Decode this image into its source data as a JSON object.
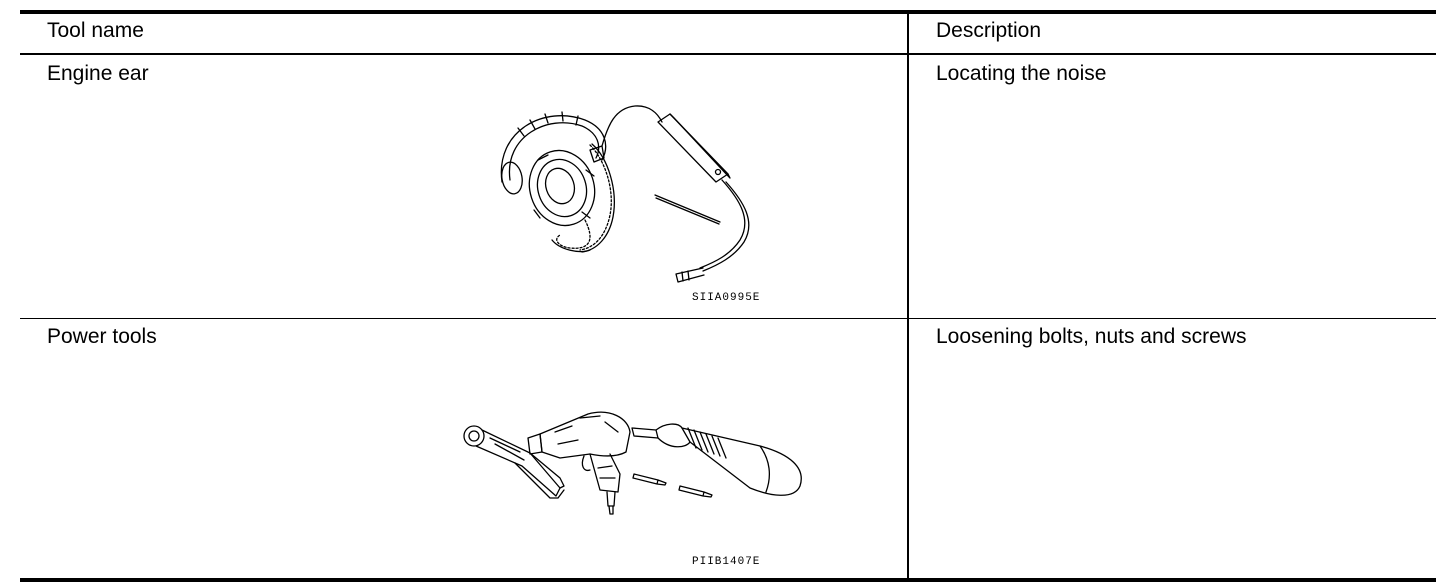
{
  "table": {
    "headers": {
      "tool_name": "Tool name",
      "description": "Description"
    },
    "rows": [
      {
        "tool_name": "Engine ear",
        "description": "Locating the noise",
        "figure": {
          "icon": "engine-ear-stethoscope-illustration",
          "code": "SIIA0995E"
        }
      },
      {
        "tool_name": "Power tools",
        "description": "Loosening bolts, nuts and screws",
        "figure": {
          "icon": "power-tools-illustration",
          "code": "PIIB1407E"
        }
      }
    ]
  }
}
